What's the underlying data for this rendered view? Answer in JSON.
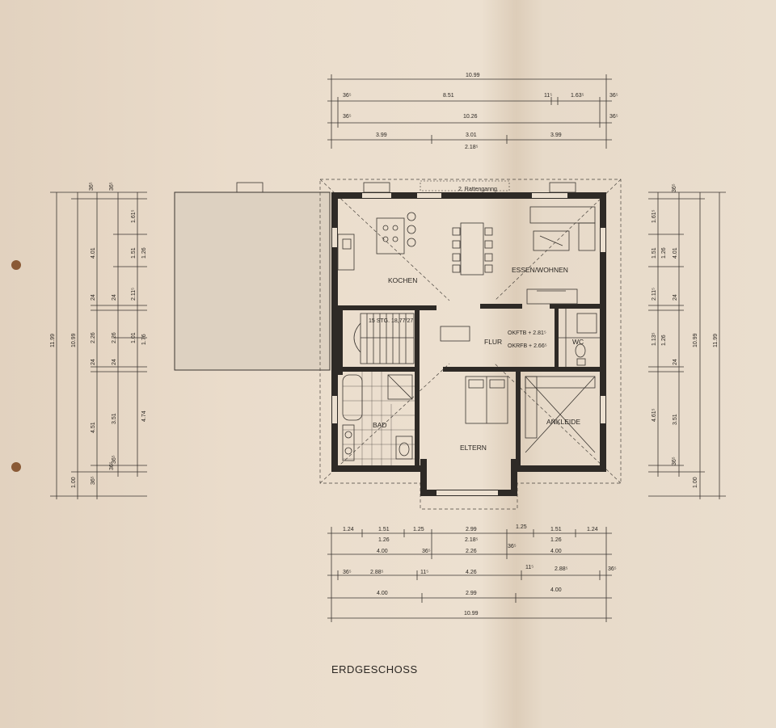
{
  "drawing": {
    "title": "ERDGESCHOSS",
    "terrace_label": "2. Rattenganng"
  },
  "rooms": {
    "kochen": "KOCHEN",
    "essen": "ESSEN/WOHNEN",
    "flur": "FLUR",
    "wc": "WC",
    "bad": "BAD",
    "eltern": "ELTERN",
    "ankleide": "ANKLEIDE"
  },
  "stairs": {
    "label": "15 STG. 18,77/27"
  },
  "levels": {
    "okftb": "OKFTB + 2.81⁵",
    "okrfb": "OKRFB + 2.66⁵"
  },
  "top_dims": {
    "row1": [
      "10.99"
    ],
    "row2": [
      "36⁵",
      "8.51",
      "11⁵",
      "1.63⁵",
      "36⁵"
    ],
    "row3": [
      "36⁵",
      "10.26",
      "36⁵"
    ],
    "row4": [
      "3.99",
      "3.01",
      "2.18⁵",
      "3.99"
    ]
  },
  "bottom_dims": {
    "row1": [
      "1.24",
      "1.51",
      "1.25",
      "2.99",
      "1.25",
      "1.51",
      "1.24"
    ],
    "row1b": [
      "1.26",
      "2.18⁵",
      "1.26"
    ],
    "row2": [
      "4.00",
      "36⁵",
      "2.26",
      "36⁵",
      "4.00"
    ],
    "row3": [
      "36⁵",
      "2.88⁵",
      "11⁵",
      "4.26",
      "11⁵",
      "2.88⁵",
      "36⁵"
    ],
    "row4": [
      "4.00",
      "2.99",
      "4.00"
    ],
    "row5": [
      "10.99"
    ]
  },
  "left_dims": {
    "outer": "11.99",
    "c2": [
      "10.99",
      "1.00"
    ],
    "c3": [
      "4.01",
      "24",
      "2.26",
      "24",
      "4.51",
      "36⁵"
    ],
    "c4": [
      "36⁵",
      "24",
      "2.26",
      "24",
      "3.51",
      "36⁵",
      "36⁵"
    ],
    "c5": [
      "1.61⁵",
      "1.51",
      "2.11⁵",
      "1.01",
      "36⁵"
    ],
    "c6": [
      "1.26",
      "1.76",
      "4.74"
    ]
  },
  "right_dims": {
    "c1": [
      "36⁵",
      "1.61⁵",
      "1.51",
      "2.11⁵",
      "1.13⁵",
      "4.61⁵",
      "36⁵"
    ],
    "c2": [
      "1.26",
      "1.26",
      "24",
      "24",
      "3.51"
    ],
    "c3": [
      "4.01",
      "10.99",
      "1.00"
    ],
    "outer": "11.99"
  },
  "colors": {
    "paper": "#e9dccb",
    "ink": "#2e2a26",
    "terrace": "#ddd1c1"
  }
}
